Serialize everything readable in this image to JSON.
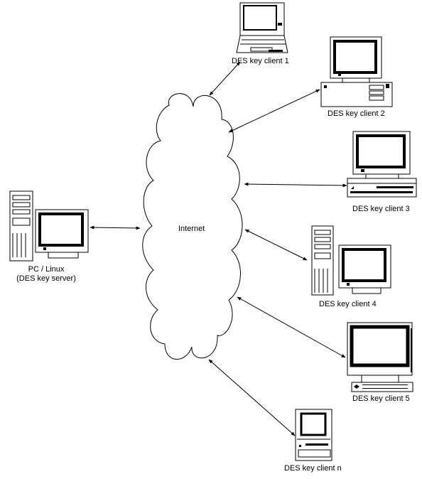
{
  "cloud_label": "Internet",
  "server": {
    "line1": "PC / Linux",
    "line2": "(DES key server)"
  },
  "clients": [
    {
      "label": "DES key client 1",
      "device": "laptop-icon"
    },
    {
      "label": "DES key client 2",
      "device": "desktop-computer-icon"
    },
    {
      "label": "DES key client 3",
      "device": "desktop-computer-icon"
    },
    {
      "label": "DES key client 4",
      "device": "tower-computer-icon"
    },
    {
      "label": "DES key client 5",
      "device": "workstation-icon"
    },
    {
      "label": "DES key client n",
      "device": "compact-computer-icon"
    }
  ],
  "colors": {
    "line": "#000000",
    "screen": "#000000",
    "body": "#ffffff"
  }
}
